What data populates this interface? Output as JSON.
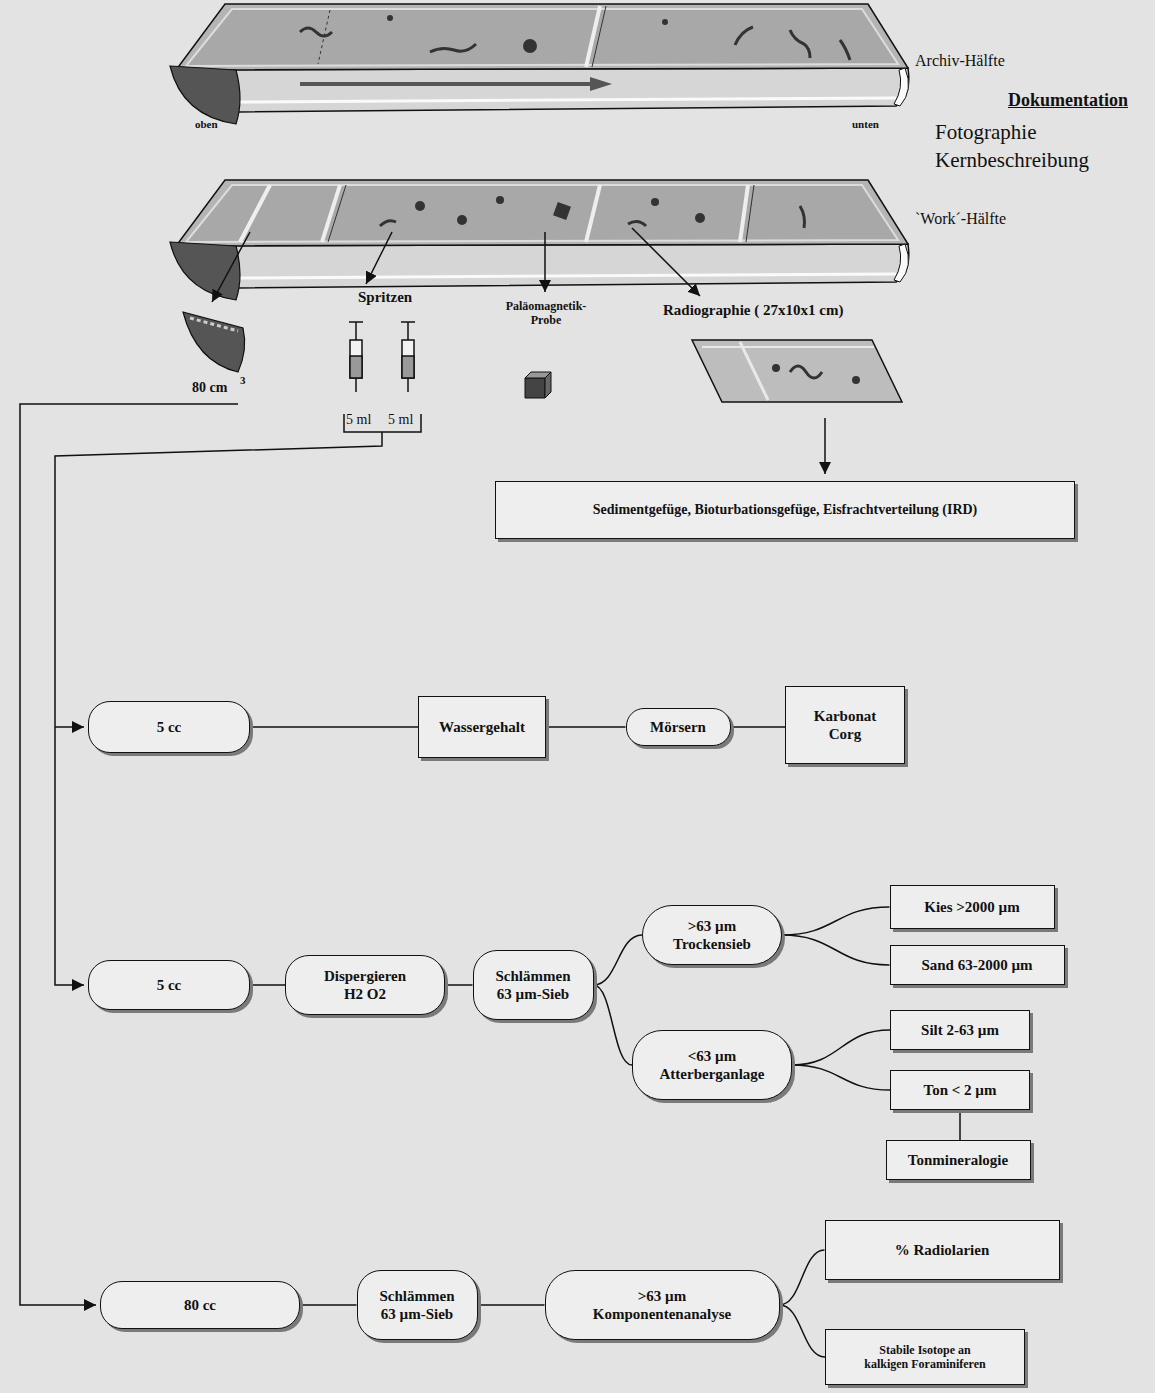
{
  "diagram": {
    "nodes": [
      {
        "text": [
          "Sedimentgefüge, Bioturbationsgefüge, Eisfrachtverteilung (IRD)"
        ]
      },
      {
        "text": [
          "5 cc"
        ]
      },
      {
        "text": [
          "Wassergehalt"
        ]
      },
      {
        "text": [
          "Mörsern"
        ]
      },
      {
        "text": [
          "Karbonat Corg"
        ]
      },
      {
        "text": [
          "5 cc"
        ]
      },
      {
        "text": [
          "Dispergieren H2 O2"
        ]
      },
      {
        "text": [
          "Schlämmen 63 µm-Sieb"
        ]
      },
      {
        "text": [
          ">63 µm Trockensieb"
        ]
      },
      {
        "text": [
          "<63 µm Atterberganlage"
        ]
      },
      {
        "text": [
          "Kies >2000 µm"
        ]
      },
      {
        "text": [
          "Sand 63-2000 µm"
        ]
      },
      {
        "text": [
          "Silt 2-63 µm"
        ]
      },
      {
        "text": [
          "Ton < 2 µm"
        ]
      },
      {
        "text": [
          "Tonmineralogie"
        ]
      },
      {
        "text": [
          "80 cc"
        ]
      },
      {
        "text": [
          "Schlämmen 63 µm-Sieb"
        ]
      },
      {
        "text": [
          ">63 µm Komponentenanalyse"
        ]
      },
      {
        "text": [
          "% Radiolarien"
        ]
      },
      {
        "text": [
          "Stabile Isotope an kalkigen Foraminiferen"
        ]
      }
    ],
    "edges": [
      {
        "from": 1,
        "to": 2,
        "arrow": "none"
      },
      {
        "from": 2,
        "to": 3,
        "arrow": "none"
      },
      {
        "from": 3,
        "to": 4,
        "arrow": "none"
      },
      {
        "from": 5,
        "to": 6,
        "arrow": "none"
      },
      {
        "from": 6,
        "to": 7,
        "arrow": "none"
      },
      {
        "from": 7,
        "to": 8,
        "arrow": "none"
      },
      {
        "from": 7,
        "to": 9,
        "arrow": "none"
      },
      {
        "from": 8,
        "to": 10,
        "arrow": "none"
      },
      {
        "from": 8,
        "to": 11,
        "arrow": "none"
      },
      {
        "from": 9,
        "to": 12,
        "arrow": "none"
      },
      {
        "from": 9,
        "to": 13,
        "arrow": "none"
      },
      {
        "from": 13,
        "to": 14,
        "arrow": "none"
      },
      {
        "from": 15,
        "to": 16,
        "arrow": "none"
      },
      {
        "from": 16,
        "to": 17,
        "arrow": "none"
      },
      {
        "from": 17,
        "to": 18,
        "arrow": "none"
      },
      {
        "from": 17,
        "to": 19,
        "arrow": "none"
      }
    ],
    "labels": [
      "Archiv-Hälfte",
      "oben",
      "unten",
      "Dokumentation",
      "Fotographie",
      "Kernbeschreibung",
      "`Work´-Hälfte",
      "80 cm",
      "3",
      "Spritzen",
      "5 ml",
      "5 ml",
      "Paläomagnetik- Probe",
      "Radiographie ( 27x10x1 cm)"
    ]
  }
}
